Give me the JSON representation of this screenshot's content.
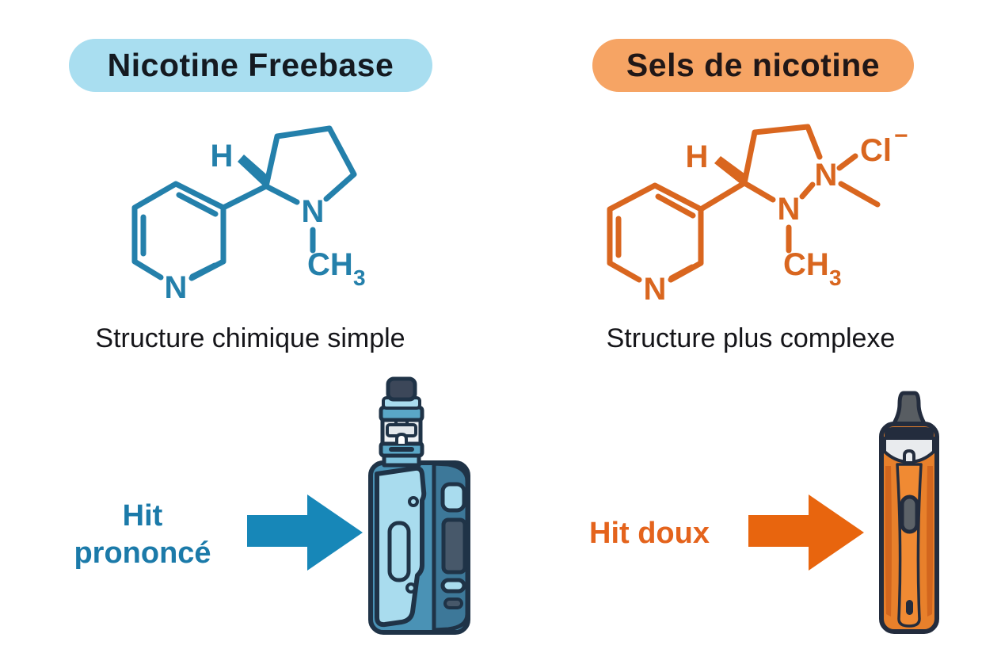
{
  "canvas": {
    "bg": "#ffffff"
  },
  "left_column": {
    "header": {
      "label": "Nicotine Freebase",
      "bg": "#A9DEF0",
      "text_color": "#141A21"
    },
    "molecule": {
      "color": "#2480AB",
      "atoms": {
        "h": "H",
        "n_pyridine": "N",
        "n_pyrrolidine": "N",
        "methyl": "CH",
        "methyl_sub": "3"
      }
    },
    "caption": "Structure chimique simple",
    "hit": {
      "line1": "Hit",
      "line2": "prononcé",
      "color": "#1B7AA9"
    },
    "arrow_color": "#1787B8"
  },
  "right_column": {
    "header": {
      "label": "Sels de nicotine",
      "bg": "#F6A464",
      "text_color": "#201717"
    },
    "molecule": {
      "color": "#D9661F",
      "atoms": {
        "h": "H",
        "n_pyridine": "N",
        "n_ring_bottom": "N",
        "n_ring_right": "N",
        "methyl": "CH",
        "methyl_sub": "3",
        "counterion": "Cl",
        "counterion_charge": "−"
      }
    },
    "caption": "Structure plus complexe",
    "hit": {
      "label": "Hit doux",
      "color": "#E4631C"
    },
    "arrow_color": "#E8650E"
  }
}
